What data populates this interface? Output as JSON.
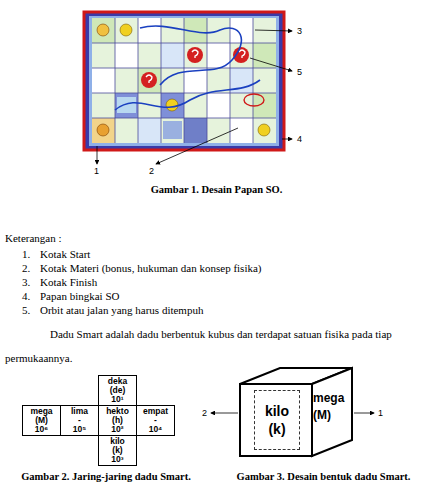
{
  "diagram": {
    "nodes": [
      {
        "text": [
          "deka",
          "(de)",
          "10¹"
        ]
      },
      {
        "text": [
          "mega",
          "(M)",
          "10⁶"
        ]
      },
      {
        "text": [
          "lima",
          "-",
          "10⁵"
        ]
      },
      {
        "text": [
          "hekto",
          "(h)",
          "10²"
        ]
      },
      {
        "text": [
          "empat",
          "-",
          "10⁴"
        ]
      },
      {
        "text": [
          "kilo",
          "(k)",
          "10³"
        ]
      },
      {
        "text": [
          "kilo",
          "(k)"
        ]
      },
      {
        "text": [
          "mega",
          "(M)"
        ]
      }
    ],
    "labels": [
      "3",
      "5",
      "4",
      "1",
      "2",
      "Gambar 1. Desain Papan SO.",
      "Keterangan :",
      "1.",
      "Kotak Start",
      "2.",
      "Kotak Materi (bonus, hukuman dan konsep fisika)",
      "3.",
      "Kotak Finish",
      "4.",
      "Papan bingkai SO",
      "5.",
      "Orbit atau jalan yang harus ditempuh",
      "Dadu Smart adalah dadu berbentuk kubus dan terdapat satuan fisika pada tiap permukaannya.",
      "Gambar 2. Jaring-jaring dadu Smart.",
      "2",
      "1",
      "Gambar 3. Desain bentuk dadu Smart."
    ]
  }
}
